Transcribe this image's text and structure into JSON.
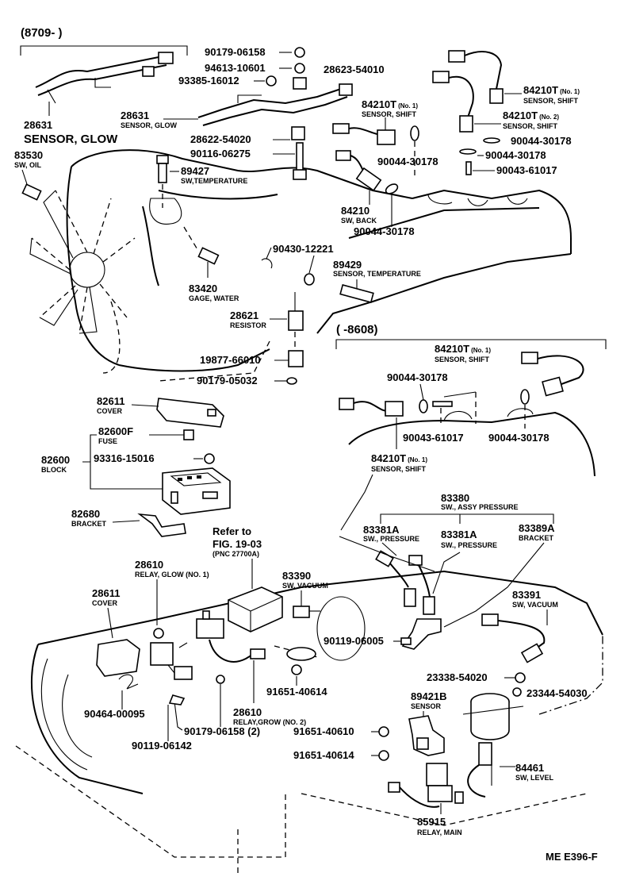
{
  "date_range_top": "(8709-        )",
  "date_range_mid": "(        -8608)",
  "figure_code": "ME E396-F",
  "refer": {
    "line1": "Refer to",
    "line2": "FIG. 19-03",
    "line3": "(PNC 27700A)"
  },
  "parts": {
    "p28631a": {
      "num": "28631",
      "name": "SENSOR, GLOW"
    },
    "p83530": {
      "num": "83530",
      "name": "SW, OIL"
    },
    "p90179_06158a": {
      "num": "90179-06158"
    },
    "p94613": {
      "num": "94613-10601"
    },
    "p28623": {
      "num": "28623-54010"
    },
    "p93385": {
      "num": "93385-16012"
    },
    "p28631b": {
      "num": "28631",
      "name": "SENSOR, GLOW"
    },
    "p28622": {
      "num": "28622-54020"
    },
    "p90116": {
      "num": "90116-06275"
    },
    "p89427": {
      "num": "89427",
      "name": "SW,TEMPERATURE"
    },
    "p84210T_1a": {
      "num": "84210T",
      "tag": "(No. 1)",
      "name": "SENSOR, SHIFT"
    },
    "p90044_a": {
      "num": "90044-30178"
    },
    "p84210": {
      "num": "84210",
      "name": "SW, BACK"
    },
    "p90044_b": {
      "num": "90044-30178"
    },
    "p84210T_1b": {
      "num": "84210T",
      "tag": "(No. 1)",
      "name": "SENSOR, SHIFT"
    },
    "p84210T_2": {
      "num": "84210T",
      "tag": "(No. 2)",
      "name": "SENSOR, SHIFT"
    },
    "p90044_c": {
      "num": "90044-30178"
    },
    "p90044_d": {
      "num": "90044-30178"
    },
    "p90043_a": {
      "num": "90043-61017"
    },
    "p90430": {
      "num": "90430-12221"
    },
    "p89429": {
      "num": "89429",
      "name": "SENSOR, TEMPERATURE"
    },
    "p83420": {
      "num": "83420",
      "name": "GAGE, WATER"
    },
    "p28621": {
      "num": "28621",
      "name": "RESISTOR"
    },
    "p19877": {
      "num": "19877-66010"
    },
    "p90179_05032": {
      "num": "90179-05032"
    },
    "p82611": {
      "num": "82611",
      "name": "COVER"
    },
    "p82600F": {
      "num": "82600F",
      "name": "FUSE"
    },
    "p82600": {
      "num": "82600",
      "name": "BLOCK"
    },
    "p93316": {
      "num": "93316-15016"
    },
    "p82680": {
      "num": "82680",
      "name": "BRACKET"
    },
    "p84210T_1c": {
      "num": "84210T",
      "tag": "(No. 1)",
      "name": "SENSOR, SHIFT"
    },
    "p90044_e": {
      "num": "90044-30178"
    },
    "p90043_b": {
      "num": "90043-61017"
    },
    "p90044_f": {
      "num": "90044-30178"
    },
    "p84210T_1d": {
      "num": "84210T",
      "tag": "(No. 1)",
      "name": "SENSOR, SHIFT"
    },
    "p83380": {
      "num": "83380",
      "name": "SW., ASSY PRESSURE"
    },
    "p83381A_a": {
      "num": "83381A",
      "name": "SW., PRESSURE"
    },
    "p83381A_b": {
      "num": "83381A",
      "name": "SW., PRESSURE"
    },
    "p83389A": {
      "num": "83389A",
      "name": "BRACKET"
    },
    "p28610a": {
      "num": "28610",
      "name": "RELAY, GLOW (NO. 1)"
    },
    "p28611": {
      "num": "28611",
      "name": "COVER"
    },
    "p83390": {
      "num": "83390",
      "name": "SW, VACUUM"
    },
    "p83391": {
      "num": "83391",
      "name": "SW, VACUUM"
    },
    "p90119_06005": {
      "num": "90119-06005"
    },
    "p91651_40614a": {
      "num": "91651-40614"
    },
    "p28610b": {
      "num": "28610",
      "name": "RELAY,GROW (NO. 2)"
    },
    "p23338": {
      "num": "23338-54020"
    },
    "p23344": {
      "num": "23344-54030"
    },
    "p89421B": {
      "num": "89421B",
      "name": "SENSOR"
    },
    "p90464": {
      "num": "90464-00095"
    },
    "p90179_06158b": {
      "num": "90179-06158 (2)"
    },
    "p91651_40610": {
      "num": "91651-40610"
    },
    "p91651_40614b": {
      "num": "91651-40614"
    },
    "p90119_06142": {
      "num": "90119-06142"
    },
    "p84461": {
      "num": "84461",
      "name": "SW, LEVEL"
    },
    "p85915": {
      "num": "85915",
      "name": "RELAY, MAIN"
    }
  }
}
